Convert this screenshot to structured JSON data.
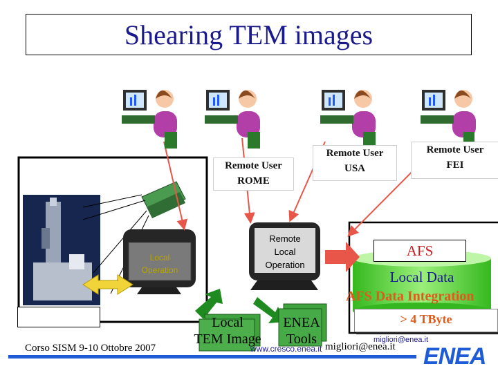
{
  "title": "Shearing TEM images",
  "remote_users": {
    "rome": [
      "Remote User",
      "ROME"
    ],
    "usa": [
      "Remote User",
      "USA"
    ],
    "fei": [
      "Remote User",
      "FEI"
    ]
  },
  "local_operation_left": [
    "Local",
    "Operation"
  ],
  "remote_local_operation": [
    "Remote",
    "Local",
    "Operation"
  ],
  "afs": {
    "label": "AFS",
    "local_data": "Local Data",
    "integration": "AFS Data Integration",
    "tbyte": "> 4 TByte"
  },
  "local_tem_image": [
    "Local",
    "TEM Image"
  ],
  "enea_tools": [
    "ENEA",
    "Tools"
  ],
  "footer": {
    "course": "Corso SISM 9-10 Ottobre 2007",
    "url": "www.cresco.enea.it",
    "email": "migliori@enea.it",
    "email_small": "migliori@enea.it",
    "logo": "ENEA"
  },
  "colors": {
    "title": "#1a1a8c",
    "arrow_red": "#e8564a",
    "local_op_text": "#b8a400",
    "afs_green": "#7fe15a",
    "enea_blue": "#1e5bd6"
  }
}
